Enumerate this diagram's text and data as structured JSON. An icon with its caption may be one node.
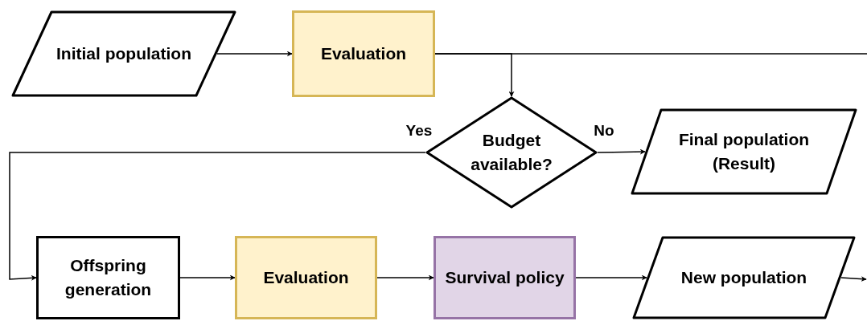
{
  "diagram": {
    "nodes": [
      {
        "text": [
          "Initial population"
        ]
      },
      {
        "text": [
          "Evaluation"
        ]
      },
      {
        "text": [
          "Budget available?"
        ]
      },
      {
        "text": [
          "Final population (Result)"
        ]
      },
      {
        "text": [
          "Offspring generation"
        ]
      },
      {
        "text": [
          "Evaluation"
        ]
      },
      {
        "text": [
          "Survival policy"
        ]
      },
      {
        "text": [
          "New population"
        ]
      }
    ],
    "edges": [
      {
        "from": 0,
        "to": 1,
        "arrow": "to"
      },
      {
        "from": 1,
        "to": 2,
        "arrow": "to"
      },
      {
        "from": 1,
        "to": null,
        "arrow": "none"
      },
      {
        "from": 2,
        "to": 4,
        "arrow": "to",
        "label": "Yes"
      },
      {
        "from": 2,
        "to": 3,
        "arrow": "to",
        "label": "No"
      },
      {
        "from": 4,
        "to": 5,
        "arrow": "to"
      },
      {
        "from": 5,
        "to": 6,
        "arrow": "to"
      },
      {
        "from": 6,
        "to": 7,
        "arrow": "to"
      },
      {
        "from": 7,
        "to": null,
        "arrow": "to"
      }
    ]
  }
}
